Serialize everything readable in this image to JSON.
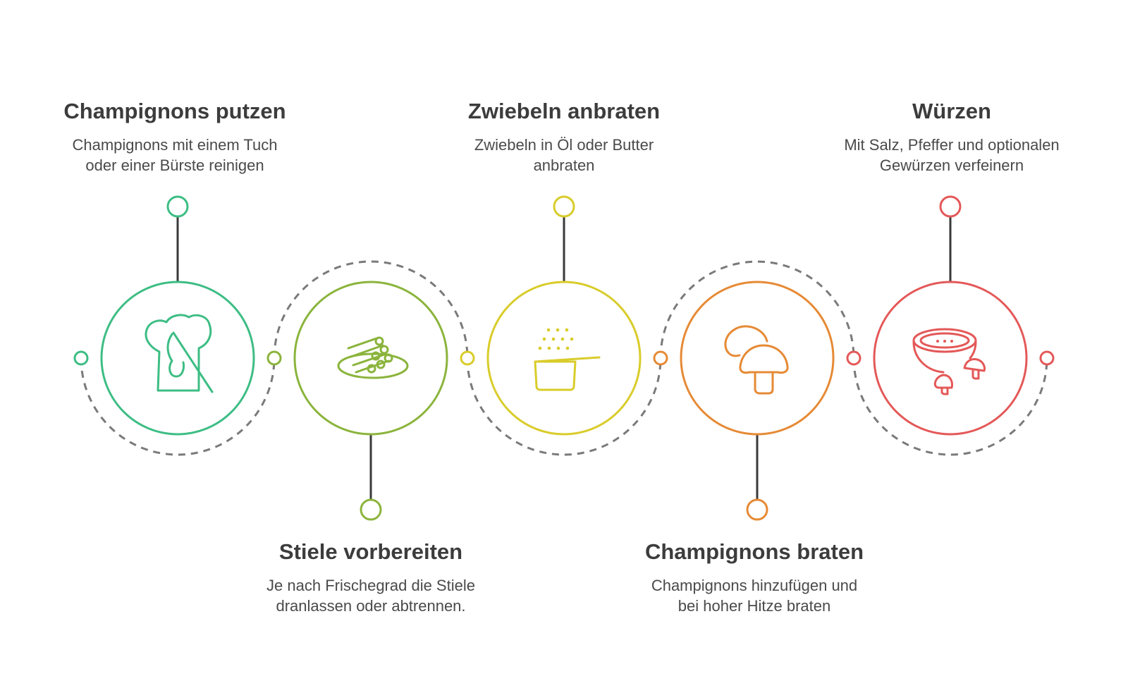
{
  "steps": [
    {
      "id": "putzen",
      "title": "Champignons putzen",
      "desc_lines": [
        "Champignons mit einem Tuch",
        "oder einer Bürste reinigen"
      ],
      "color": "#3dbd84",
      "icon": "mushroom-brush-icon",
      "position": "top"
    },
    {
      "id": "stiele",
      "title": "Stiele vorbereiten",
      "desc_lines": [
        "Je nach Frischegrad die Stiele",
        "dranlassen oder abtrennen."
      ],
      "color": "#8bb43c",
      "icon": "stems-plate-icon",
      "position": "bottom"
    },
    {
      "id": "zwiebeln",
      "title": "Zwiebeln anbraten",
      "desc_lines": [
        "Zwiebeln in Öl oder Butter",
        "anbraten"
      ],
      "color": "#d9cc2a",
      "icon": "saucepan-sizzle-icon",
      "position": "top"
    },
    {
      "id": "braten",
      "title": "Champignons braten",
      "desc_lines": [
        "Champignons hinzufügen und",
        "bei hoher Hitze braten"
      ],
      "color": "#e68a35",
      "icon": "mushrooms-icon",
      "position": "bottom"
    },
    {
      "id": "wuerzen",
      "title": "Würzen",
      "desc_lines": [
        "Mit Salz, Pfeffer und optionalen",
        "Gewürzen verfeinern"
      ],
      "color": "#e45858",
      "icon": "seasoned-bowl-icon",
      "position": "top"
    }
  ],
  "colors": {
    "connector_line": "#3a3a3a",
    "dashed_path": "#7a7a7a",
    "text_dark": "#3c3c3c"
  }
}
